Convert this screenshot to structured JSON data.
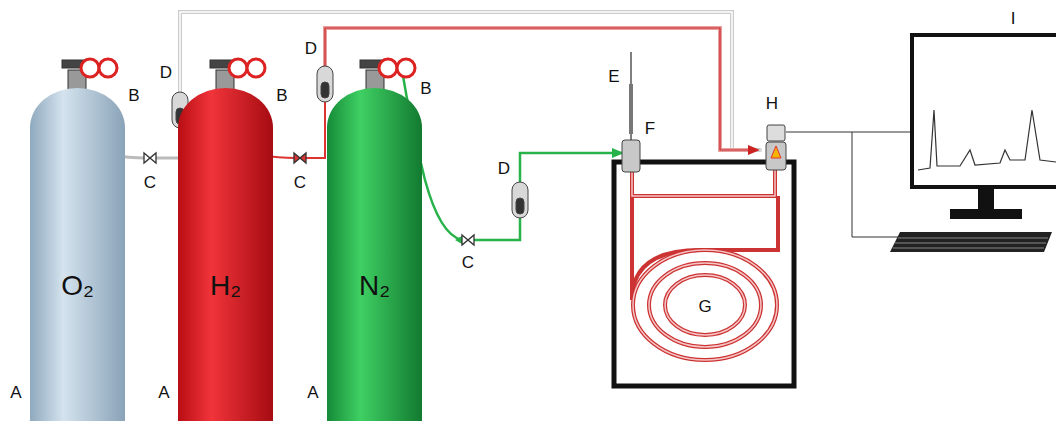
{
  "diagram": {
    "nodes": [
      {
        "text": [
          "O₂"
        ]
      },
      {
        "text": [
          "H₂"
        ]
      },
      {
        "text": [
          "N₂"
        ]
      }
    ],
    "labels": [
      "A",
      "A",
      "A",
      "B",
      "B",
      "B",
      "C",
      "C",
      "C",
      "D",
      "D",
      "D",
      "E",
      "F",
      "G",
      "H",
      "I"
    ]
  }
}
